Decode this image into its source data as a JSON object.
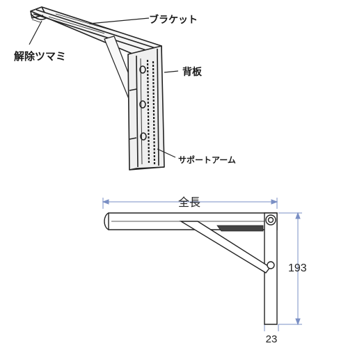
{
  "illustration": {
    "labels": {
      "bracket": "ブラケット",
      "release_knob": "解除ツマミ",
      "back_plate": "背板",
      "support_arm": "サポートアーム"
    }
  },
  "dimension_drawing": {
    "total_length_label": "全長",
    "height_value": "193",
    "width_value": "23",
    "dimension_color": "#7a8fc4"
  }
}
